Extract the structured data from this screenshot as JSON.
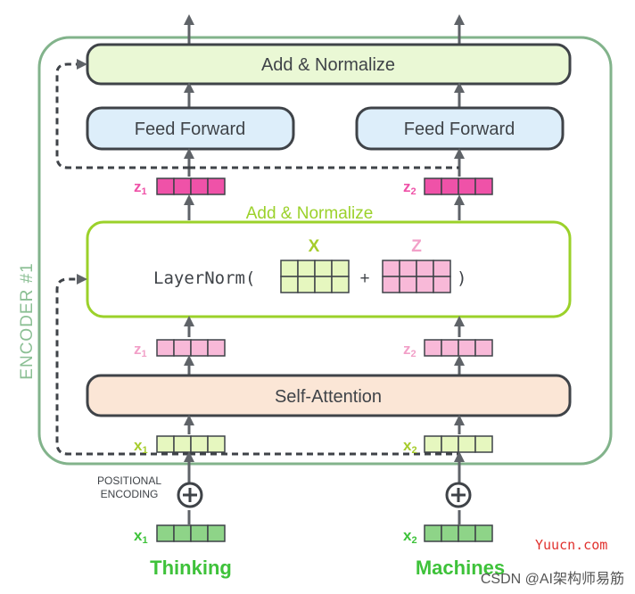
{
  "encoder": {
    "label": "ENCODER #1"
  },
  "blocks": {
    "add_normalize_top": "Add & Normalize",
    "feed_forward_left": "Feed Forward",
    "feed_forward_right": "Feed Forward",
    "add_normalize_mid": "Add & Normalize",
    "layernorm_prefix": "LayerNorm(",
    "layernorm_plus": "+",
    "layernorm_suffix": ")",
    "layernorm_x_label": "X",
    "layernorm_z_label": "Z",
    "self_attention": "Self-Attention"
  },
  "vectors": {
    "z1_out": {
      "base": "z",
      "sub": "1"
    },
    "z2_out": {
      "base": "z",
      "sub": "2"
    },
    "z1_in": {
      "base": "z",
      "sub": "1"
    },
    "z2_in": {
      "base": "z",
      "sub": "2"
    },
    "x1_enc": {
      "base": "x",
      "sub": "1"
    },
    "x2_enc": {
      "base": "x",
      "sub": "2"
    },
    "x1_emb": {
      "base": "x",
      "sub": "1"
    },
    "x2_emb": {
      "base": "x",
      "sub": "2"
    }
  },
  "positional": {
    "line1": "POSITIONAL",
    "line2": "ENCODING"
  },
  "words": {
    "left": "Thinking",
    "right": "Machines"
  },
  "watermarks": {
    "site": "Yuucn.com",
    "credit": "CSDN @AI架构师易筋"
  },
  "colors": {
    "encoder_border": "#82b38b",
    "encoder_label": "#8bbf94",
    "add_norm_fill": "#eaf8d5",
    "add_norm_accent": "#9bd12a",
    "feed_forward_fill": "#ddeefa",
    "self_attention_fill": "#fbe6d6",
    "box_stroke": "#3f4348",
    "z_out_fill": "#ef52a8",
    "z_in_fill": "#f8b9d8",
    "z_in_label": "#f2a0c8",
    "x_enc_fill": "#e6f7bf",
    "x_enc_label": "#a6cc2c",
    "x_emb_fill": "#8ed488",
    "word_color": "#3ec23a",
    "arrow": "#5f6368",
    "site_watermark": "#e0312d",
    "credit_watermark": "#555555"
  }
}
